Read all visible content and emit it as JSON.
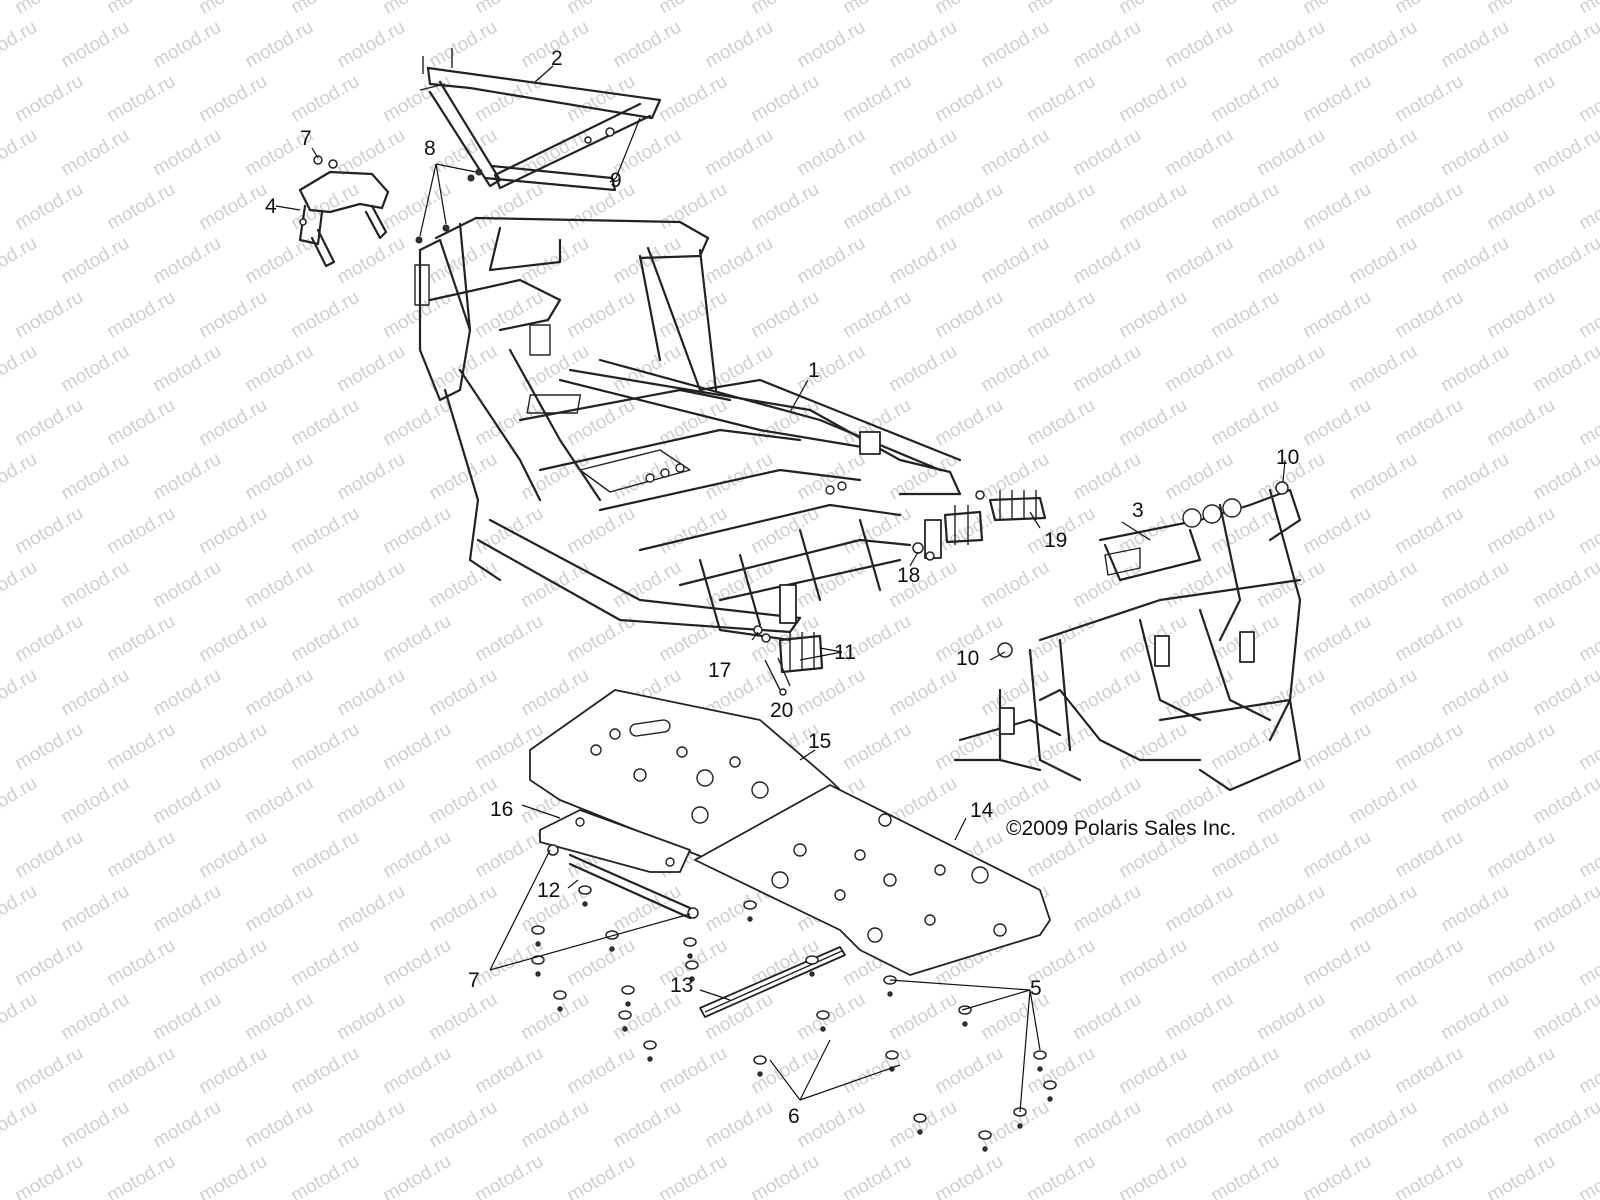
{
  "watermark_text": "motod.ru",
  "copyright": "©2009 Polaris Sales Inc.",
  "callouts": [
    "1",
    "2",
    "3",
    "4",
    "5",
    "6",
    "7",
    "7",
    "8",
    "9",
    "10",
    "10",
    "11",
    "12",
    "13",
    "14",
    "15",
    "16",
    "17",
    "18",
    "19",
    "20"
  ]
}
